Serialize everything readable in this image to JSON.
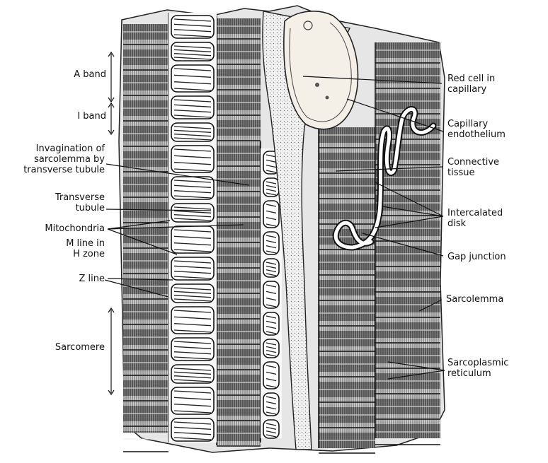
{
  "labels_left": {
    "a_band": "A band",
    "i_band": "I band",
    "invagination": "Invagination of\nsarcolemma by\ntransverse tubule",
    "transverse_tubule": "Transverse\ntubule",
    "mitochondria": "Mitochondria",
    "m_line": "M line in\nH zone",
    "z_line": "Z line",
    "sarcomere": "Sarcomere"
  },
  "labels_right": {
    "red_cell": "Red cell in\ncapillary",
    "capillary_endothelium": "Capillary\nendothelium",
    "connective_tissue": "Connective\ntissue",
    "intercalated_disk": "Intercalated\ndisk",
    "gap_junction": "Gap junction",
    "sarcolemma": "Sarcolemma",
    "sarcoplasmic_reticulum": "Sarcoplasmic\nreticulum"
  },
  "colors": {
    "ink": "#1a1a1a",
    "band_dark": "#5a5a5a",
    "band_light": "#d8d8d8",
    "bg": "#ffffff"
  }
}
